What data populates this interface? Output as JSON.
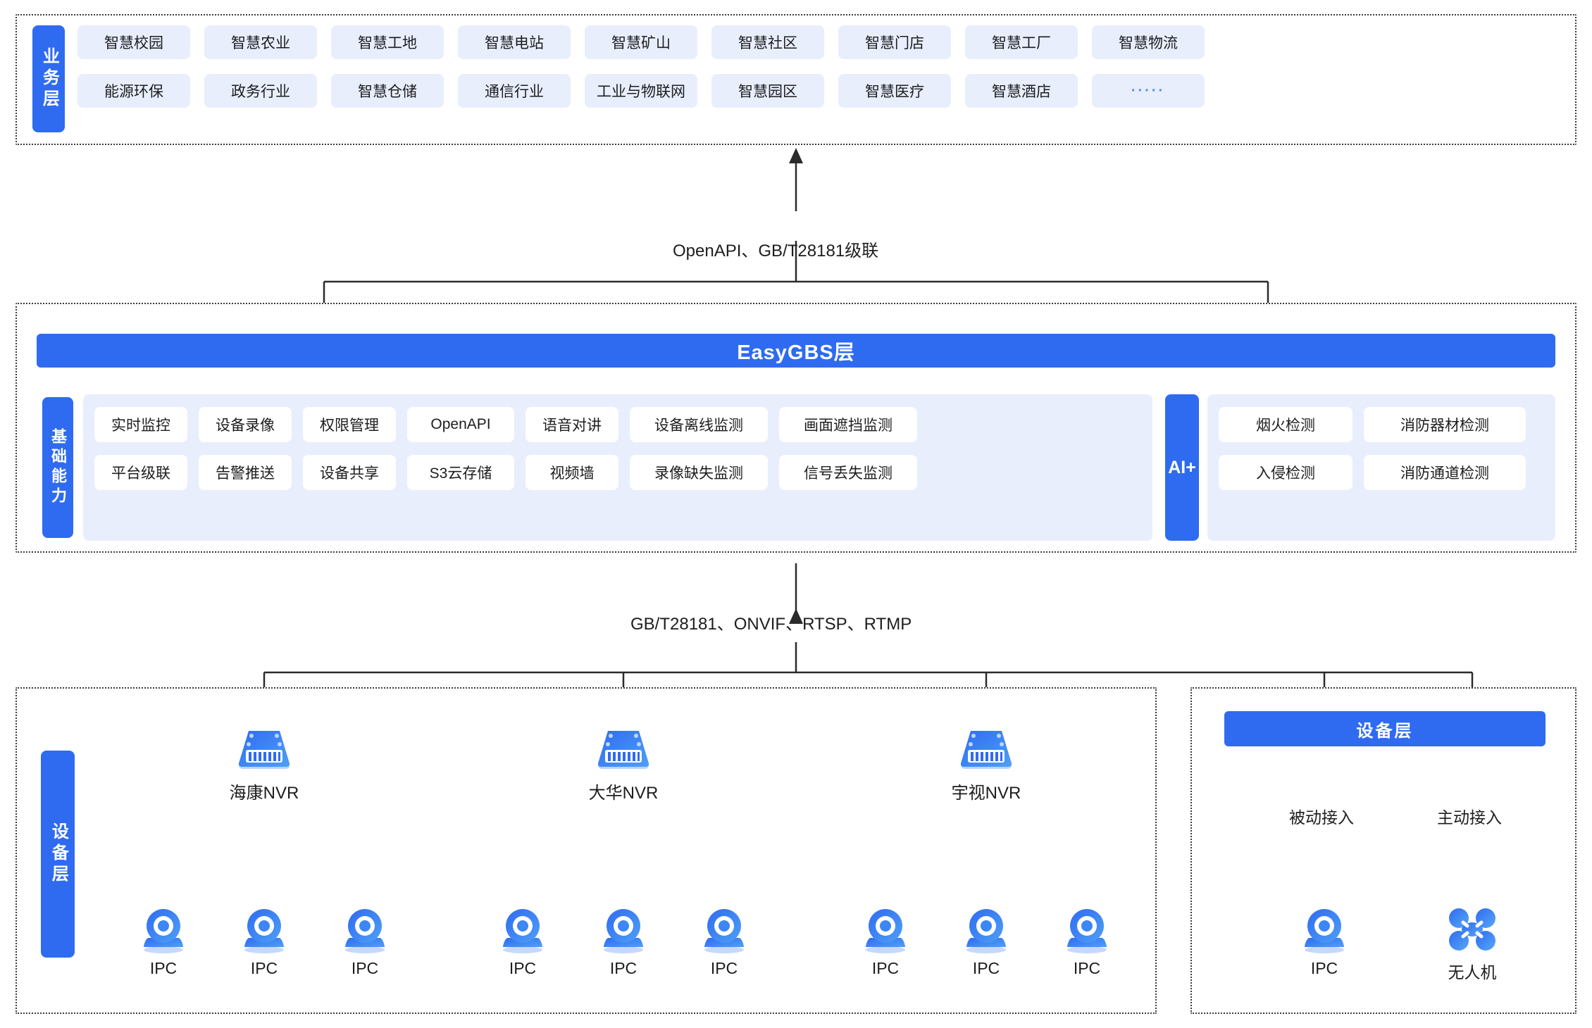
{
  "business": {
    "tab_label": "业务层",
    "rows": [
      [
        "智慧校园",
        "智慧农业",
        "智慧工地",
        "智慧电站",
        "智慧矿山",
        "智慧社区",
        "智慧门店",
        "智慧工厂",
        "智慧物流"
      ],
      [
        "能源环保",
        "政务行业",
        "智慧仓储",
        "通信行业",
        "工业与物联网",
        "智慧园区",
        "智慧医疗",
        "智慧酒店",
        "·····"
      ]
    ]
  },
  "connectors": {
    "business_to_gbs": "OpenAPI、GB/T28181级联",
    "gbs_to_device": "GB/T28181、ONVIF、RTSP、RTMP"
  },
  "gbs": {
    "title": "EasyGBS层",
    "capability_tab": "基础能力",
    "capability_rows": [
      [
        "实时监控",
        "设备录像",
        "权限管理",
        "OpenAPI",
        "语音对讲",
        "设备离线监测",
        "画面遮挡监测"
      ],
      [
        "平台级联",
        "告警推送",
        "设备共享",
        "S3云存储",
        "视频墙",
        "录像缺失监测",
        "信号丢失监测"
      ]
    ],
    "ai_tab": "AI+",
    "ai_rows": [
      [
        "烟火检测",
        "消防器材检测"
      ],
      [
        "入侵检测",
        "消防通道检测"
      ]
    ]
  },
  "device_left": {
    "tab_label": "设备层",
    "groups": [
      {
        "nvr_label": "海康NVR",
        "cameras": [
          "IPC",
          "IPC",
          "IPC"
        ]
      },
      {
        "nvr_label": "大华NVR",
        "cameras": [
          "IPC",
          "IPC",
          "IPC"
        ]
      },
      {
        "nvr_label": "宇视NVR",
        "cameras": [
          "IPC",
          "IPC",
          "IPC"
        ]
      }
    ]
  },
  "device_right": {
    "bar_label": "设备层",
    "branches": [
      {
        "access_label": "被动接入",
        "node_label": "IPC",
        "icon": "ipc-camera-icon"
      },
      {
        "access_label": "主动接入",
        "node_label": "无人机",
        "icon": "drone-icon"
      }
    ]
  },
  "colors": {
    "brand_blue": "#2f6bf0",
    "chip_blue": "#e8eefc",
    "line": "#2b2b2b"
  }
}
